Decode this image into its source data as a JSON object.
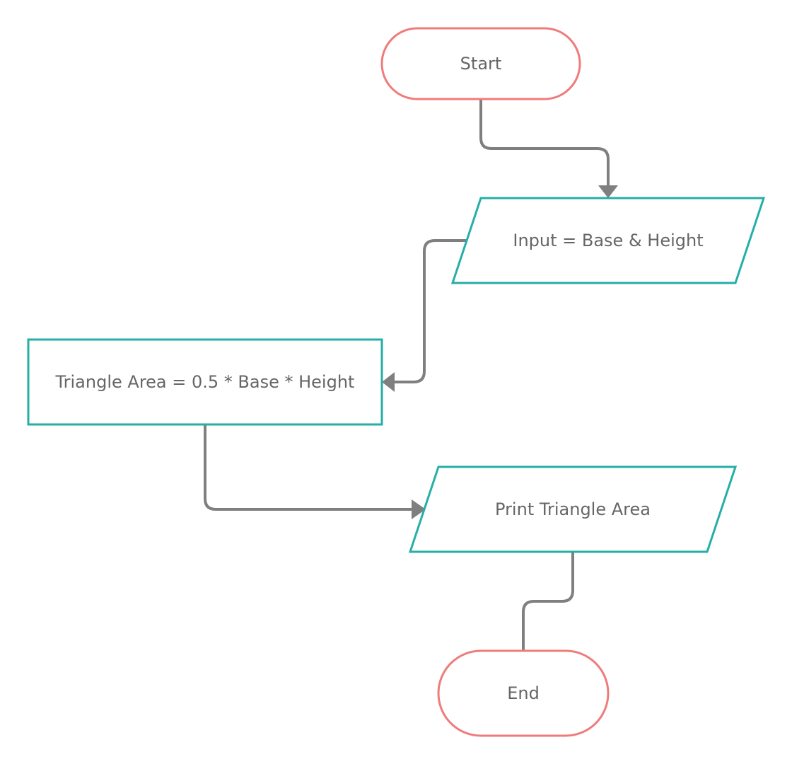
{
  "diagram": {
    "nodes": {
      "start": {
        "label": "Start",
        "shape": "terminal"
      },
      "input": {
        "label": "Input = Base & Height",
        "shape": "parallelogram"
      },
      "process": {
        "label": "Triangle Area = 0.5 * Base * Height",
        "shape": "rectangle"
      },
      "output": {
        "label": "Print Triangle Area",
        "shape": "parallelogram"
      },
      "end": {
        "label": "End",
        "shape": "terminal"
      }
    },
    "edges": [
      {
        "from": "start",
        "to": "input"
      },
      {
        "from": "input",
        "to": "process"
      },
      {
        "from": "process",
        "to": "output"
      },
      {
        "from": "output",
        "to": "end"
      }
    ],
    "colors": {
      "terminal_stroke": "#f07b7b",
      "box_stroke": "#26aea7",
      "connector": "#7f7f7f",
      "text": "#666666"
    }
  }
}
